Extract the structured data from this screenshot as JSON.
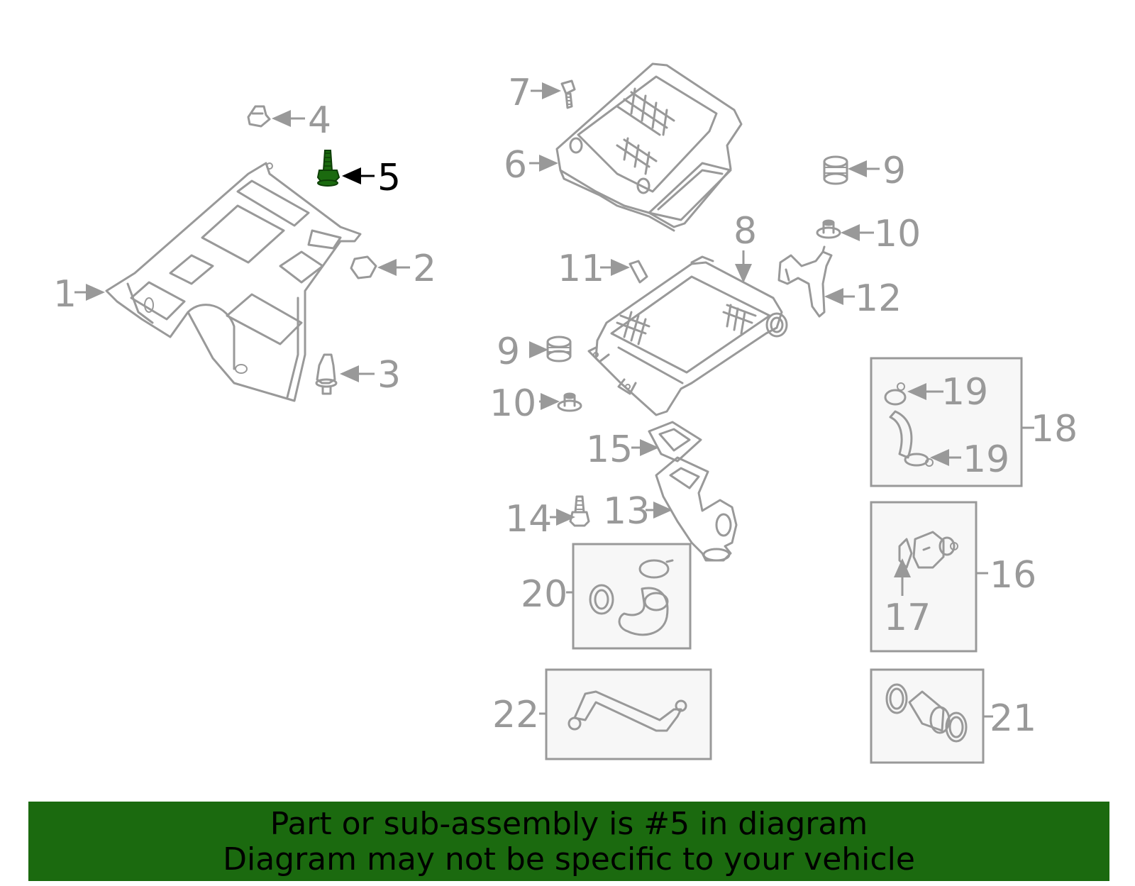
{
  "callouts": {
    "c1": "1",
    "c2": "2",
    "c3": "3",
    "c4": "4",
    "c5": "5",
    "c6": "6",
    "c7": "7",
    "c8": "8",
    "c9a": "9",
    "c9b": "9",
    "c10a": "10",
    "c10b": "10",
    "c11": "11",
    "c12": "12",
    "c13": "13",
    "c14": "14",
    "c15": "15",
    "c16": "16",
    "c17": "17",
    "c18": "18",
    "c19a": "19",
    "c19b": "19",
    "c20": "20",
    "c21": "21",
    "c22": "22"
  },
  "highlight": {
    "part": "5",
    "color": "#1b6a0f",
    "label_color": "#000000"
  },
  "colors": {
    "line_art": "#999999",
    "subassembly_box_fill": "#f7f7f7",
    "banner_bg": "#1b6a0f"
  },
  "banner": {
    "line1": "Part or sub-assembly is #5 in diagram",
    "line2": "Diagram may not be specific to your vehicle"
  }
}
